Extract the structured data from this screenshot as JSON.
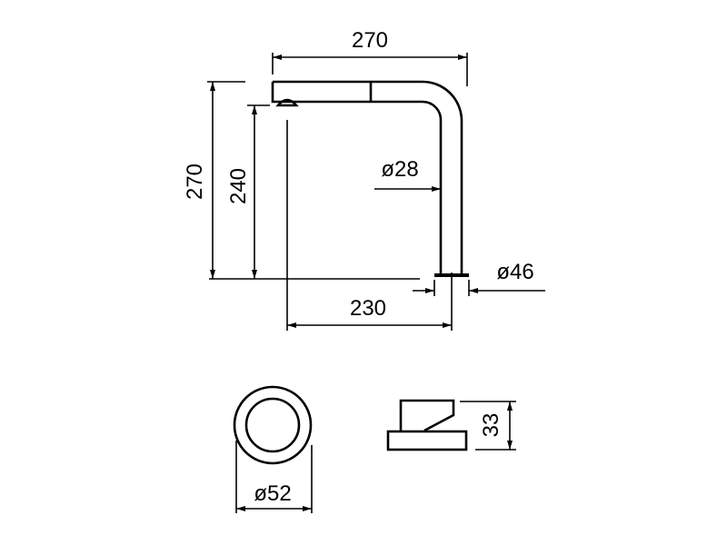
{
  "colors": {
    "line": "#000000",
    "background": "#ffffff"
  },
  "dimensions": {
    "spout_reach": "270",
    "total_height": "270",
    "spout_height": "240",
    "outlet_to_center": "230",
    "pipe_diameter": "ø28",
    "base_diameter": "ø46",
    "handle_diameter": "ø52",
    "handle_height": "33"
  }
}
